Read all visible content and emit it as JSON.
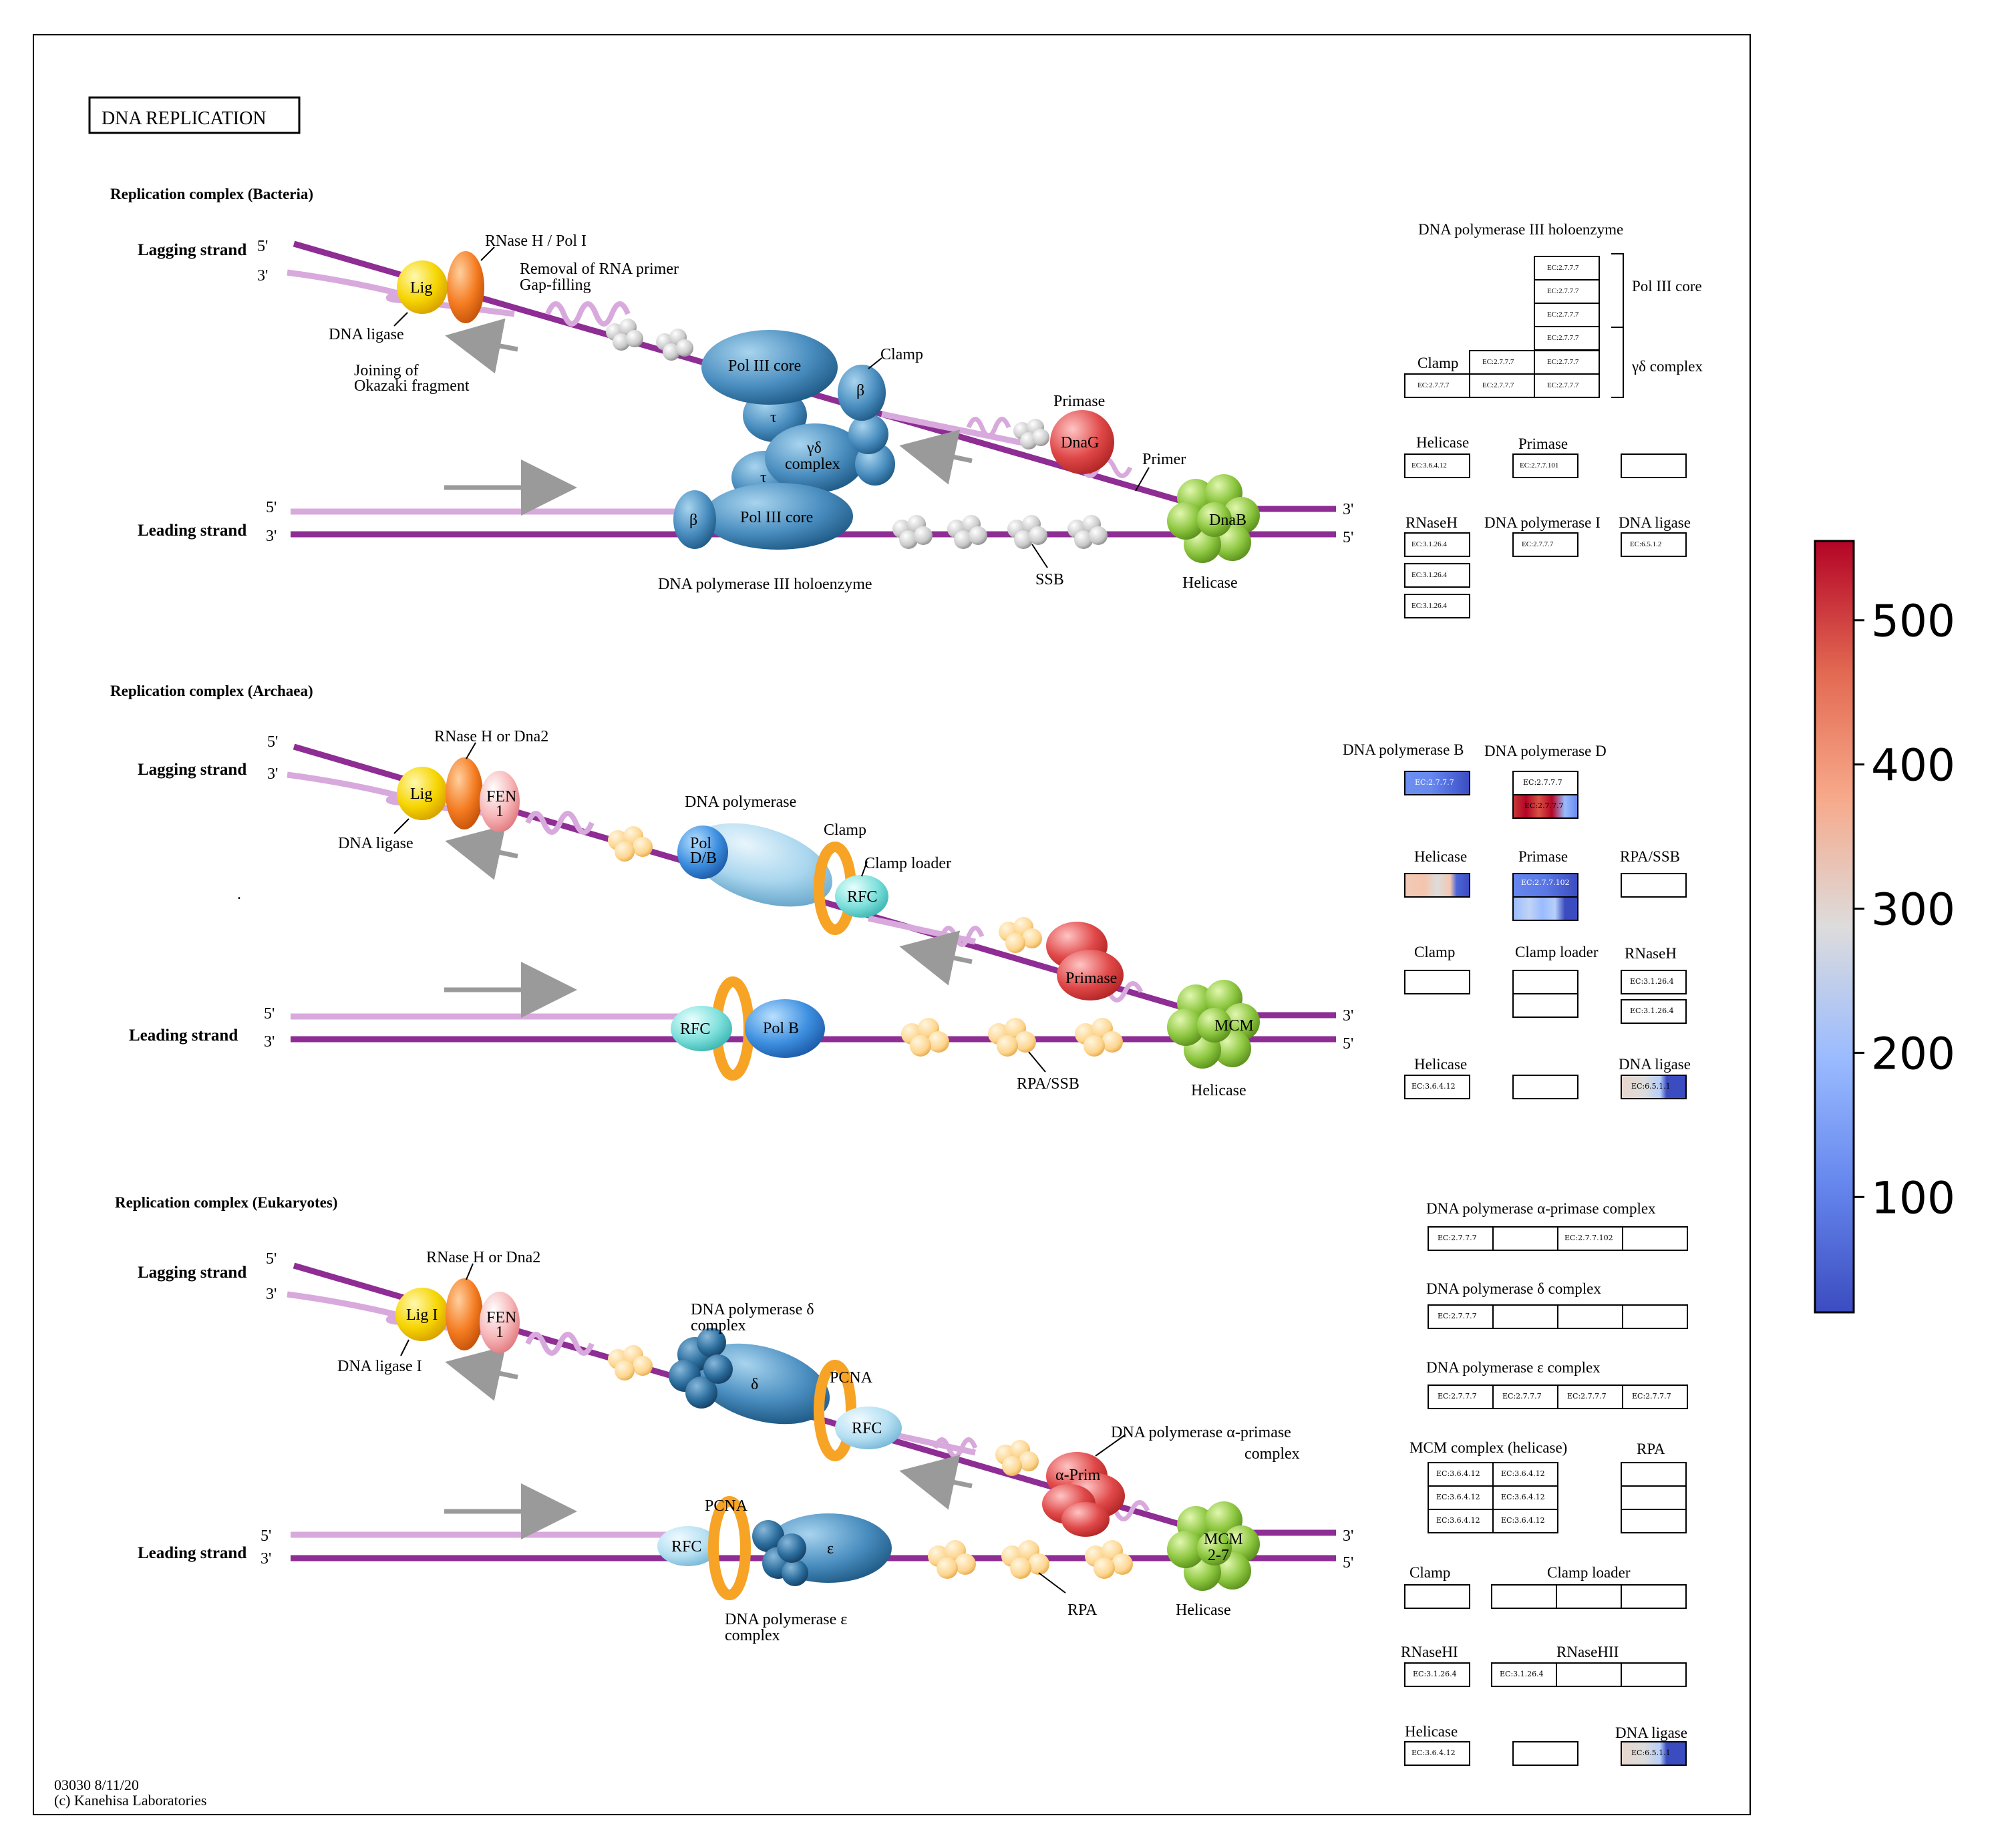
{
  "diagram": {
    "title": "DNA REPLICATION",
    "footer_id": "03030 8/11/20",
    "footer_copyright": "(c) Kanehisa Laboratories",
    "panels": {
      "bacteria": {
        "title": "Replication complex (Bacteria)",
        "lagging_strand": "Lagging strand",
        "leading_strand": "Leading strand",
        "lig": "Lig",
        "dna_ligase": "DNA ligase",
        "rnase": "RNase H / Pol I",
        "removal1": "Removal of RNA primer",
        "removal2": "Gap-filling",
        "joining1": "Joining of",
        "joining2": "Okazaki fragment",
        "pol3core": "Pol III core",
        "clamp": "Clamp",
        "beta": "β",
        "tau": "τ",
        "gamma_delta": "γδ",
        "complex": "complex",
        "primase": "Primase",
        "dnag": "DnaG",
        "primer": "Primer",
        "dnab": "DnaB",
        "helicase": "Helicase",
        "ssb": "SSB",
        "holoenzyme": "DNA polymerase III holoenzyme"
      },
      "archaea": {
        "title": "Replication complex (Archaea)",
        "lagging_strand": "Lagging strand",
        "leading_strand": "Leading strand",
        "lig": "Lig",
        "dna_ligase": "DNA ligase",
        "rnase": "RNase H or Dna2",
        "fen": "FEN",
        "fen_num": "1",
        "dna_polymerase": "DNA polymerase",
        "pol_db1": "Pol",
        "pol_db2": "D/B",
        "clamp": "Clamp",
        "clamp_loader": "Clamp loader",
        "rfc": "RFC",
        "primase": "Primase",
        "mcm": "MCM",
        "helicase": "Helicase",
        "polb": "Pol B",
        "rpa_ssb": "RPA/SSB"
      },
      "eukaryotes": {
        "title": "Replication complex (Eukaryotes)",
        "lagging_strand": "Lagging strand",
        "leading_strand": "Leading strand",
        "lig": "Lig I",
        "dna_ligase": "DNA ligase I",
        "rnase": "RNase H or Dna2",
        "fen": "FEN",
        "fen_num": "1",
        "pol_delta1": "DNA polymerase δ",
        "pol_delta2": "complex",
        "delta": "δ",
        "pcna": "PCNA",
        "rfc": "RFC",
        "alpha_primase1": "DNA polymerase α-primase",
        "alpha_primase2": "complex",
        "alpha_prim": "α-Prim",
        "mcm": "MCM",
        "mcm_num": "2-7",
        "helicase": "Helicase",
        "epsilon": "ε",
        "pol_eps1": "DNA polymerase ε",
        "pol_eps2": "complex",
        "rpa": "RPA"
      }
    },
    "strand_ends": {
      "five": "5'",
      "three": "3'"
    },
    "legend_bacteria": {
      "holoenzyme": "DNA polymerase III holoenzyme",
      "pol3core": "Pol III core",
      "clamp": "Clamp",
      "gd_complex": "γδ complex",
      "helicase": "Helicase",
      "primase": "Primase",
      "rnaseh": "RNaseH",
      "pol1": "DNA polymerase I",
      "ligase": "DNA ligase",
      "ec_pol": "EC:2.7.7.7",
      "ec_helicase": "EC:3.6.4.12",
      "ec_primase": "EC:2.7.7.101",
      "ec_rnase": "EC:3.1.26.4",
      "ec_ligase": "EC:6.5.1.2"
    },
    "legend_archaea": {
      "polb": "DNA polymerase B",
      "pold": "DNA polymerase D",
      "helicase": "Helicase",
      "primase": "Primase",
      "rpa_ssb": "RPA/SSB",
      "clamp": "Clamp",
      "clamp_loader": "Clamp loader",
      "rnaseh": "RNaseH",
      "helicase2": "Helicase",
      "ligase": "DNA ligase",
      "ec_pol": "EC:2.7.7.7",
      "ec_primase": "EC:2.7.7.102",
      "ec_rnase": "EC:3.1.26.4",
      "ec_helicase": "EC:3.6.4.12",
      "ec_ligase": "EC:6.5.1.1"
    },
    "legend_eukaryotes": {
      "alpha": "DNA polymerase α-primase complex",
      "delta": "DNA polymerase δ complex",
      "epsilon": "DNA polymerase ε complex",
      "mcm": "MCM complex (helicase)",
      "rpa": "RPA",
      "clamp": "Clamp",
      "clamp_loader": "Clamp loader",
      "rnasehi": "RNaseHI",
      "rnasehii": "RNaseHII",
      "helicase": "Helicase",
      "ligase": "DNA ligase",
      "ec_pol": "EC:2.7.7.7",
      "ec_primase": "EC:2.7.7.102",
      "ec_helicase": "EC:3.6.4.12",
      "ec_rnase": "EC:3.1.26.4",
      "ec_ligase": "EC:6.5.1.1"
    }
  },
  "colorbar": {
    "min": 20,
    "max": 555,
    "ticks": [
      100,
      200,
      300,
      400,
      500
    ],
    "colormap": "coolwarm",
    "colors": [
      "#3b4cc0",
      "#7396f5",
      "#b0cbfc",
      "#dddcdc",
      "#f6bfa6",
      "#ee8468",
      "#b40426"
    ]
  },
  "colors": {
    "strand_dark": "#8e2d93",
    "strand_light": "#d8a9dc",
    "protein_blue": "#3f86b8",
    "helicase_green": "#8cc63f",
    "ligase_yellow": "#f6d500",
    "rnase_orange": "#f47b20",
    "primase_red": "#e04848"
  }
}
